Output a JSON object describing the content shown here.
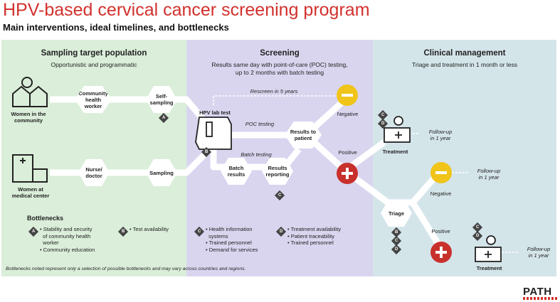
{
  "title": "HPV-based cervical cancer screening program",
  "subtitle": "Main interventions, ideal timelines, and bottlenecks",
  "panels": {
    "sampling": {
      "heading": "Sampling target population",
      "sub": "Opportunistic and programmatic"
    },
    "screening": {
      "heading": "Screening",
      "sub1": "Results same day with point-of-care (POC) testing,",
      "sub2": "up to 2 months with batch testing"
    },
    "clinical": {
      "heading": "Clinical management",
      "sub": "Triage and treatment in 1 month or less"
    }
  },
  "nodes": {
    "women_community": [
      "Women in the",
      "community"
    ],
    "chw": [
      "Community",
      "health",
      "worker"
    ],
    "self_sampling": [
      "Self-",
      "sampling"
    ],
    "women_medical": [
      "Women at",
      "medical center"
    ],
    "nurse": [
      "Nurse/",
      "doctor"
    ],
    "sampling": "Sampling",
    "hpv_lab": "HPV lab test",
    "rescreen": "Rescreen in 5 years",
    "poc": "POC testing",
    "batch": "Batch testing",
    "batch_results": [
      "Batch",
      "results"
    ],
    "results_reporting": [
      "Results",
      "reporting"
    ],
    "results_patient": [
      "Results to",
      "patient"
    ],
    "negative": "Negative",
    "positive": "Positive",
    "treatment": "Treatment",
    "followup": [
      "Follow-up",
      "in 1 year"
    ],
    "triage": "Triage",
    "negative2": "Negative",
    "positive2": "Positive",
    "treatment2": "Treatment"
  },
  "bottlenecks": {
    "heading": "Bottlenecks",
    "A": [
      "Stability and security",
      "of community health",
      "worker",
      "Community education"
    ],
    "B": [
      "Test availability"
    ],
    "C": [
      "Health information",
      "systems",
      "Trained personnel",
      "Demand for services"
    ],
    "D": [
      "Treatment availability",
      "Patient traceability",
      "Trained personnel"
    ]
  },
  "badge_letters": {
    "a": "A",
    "b": "B",
    "c": "C",
    "d": "D"
  },
  "footnote": "Bottlenecks noted represent only a selection of possible bottlenecks and may vary across countries and regions.",
  "logo": "PATH",
  "colors": {
    "title": "#d2312d",
    "negative": "#f0c419",
    "positive": "#c8302c",
    "flow": "#ffffff"
  }
}
